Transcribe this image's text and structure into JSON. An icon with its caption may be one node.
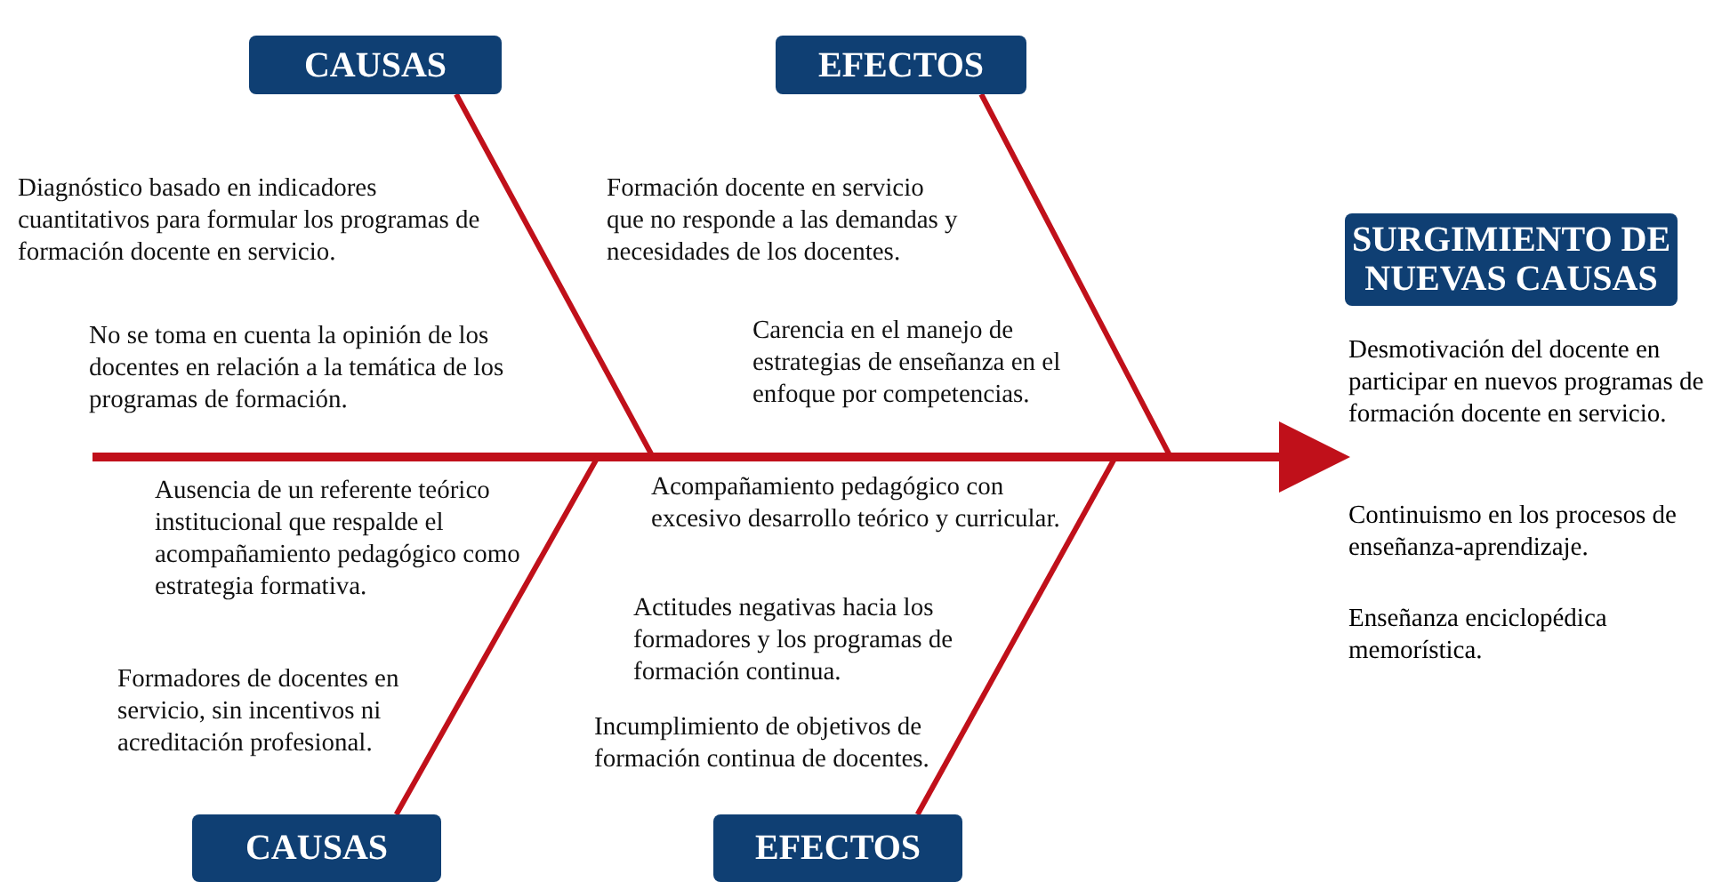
{
  "diagram": {
    "nodes": [
      {
        "text": [
          "CAUSAS"
        ]
      },
      {
        "text": [
          "EFECTOS"
        ]
      },
      {
        "text": [
          "SURGIMIENTO DE NUEVAS CAUSAS"
        ]
      },
      {
        "text": [
          "Desmotivación del docente en participar en nuevos programas de formación docente en servicio.",
          "Continuismo en los procesos de enseñanza-aprendizaje.",
          "Enseñanza enciclopédica memorística."
        ]
      },
      {
        "text": [
          "CAUSAS"
        ]
      },
      {
        "text": [
          "EFECTOS"
        ]
      }
    ],
    "edges": [
      {
        "from": 0,
        "to": null,
        "arrow": "none"
      },
      {
        "from": 1,
        "to": null,
        "arrow": "none"
      },
      {
        "from": null,
        "to": 3,
        "arrow": "to"
      },
      {
        "from": 4,
        "to": null,
        "arrow": "none"
      },
      {
        "from": 5,
        "to": null,
        "arrow": "none"
      }
    ],
    "labels": [
      "Diagnóstico basado en indicadores cuantitativos para formular los programas de formación docente en servicio.",
      "Formación docente en servicio que no responde a las demandas y necesidades de los docentes.",
      "No se toma en cuenta la opinión de los docentes en relación a la temática de los programas de formación.",
      "Carencia en el manejo de estrategias de enseñanza en el enfoque por competencias.",
      "Ausencia de un referente teórico institucional que respalde el acompañamiento pedagógico como estrategia formativa.",
      "Acompañamiento pedagógico con excesivo desarrollo teórico y curricular.",
      "Actitudes negativas hacia los formadores y los programas de formación continua.",
      "Formadores de docentes en servicio, sin incentivos ni acreditación profesional.",
      "Incumplimiento de objetivos de formación continua de docentes."
    ]
  }
}
